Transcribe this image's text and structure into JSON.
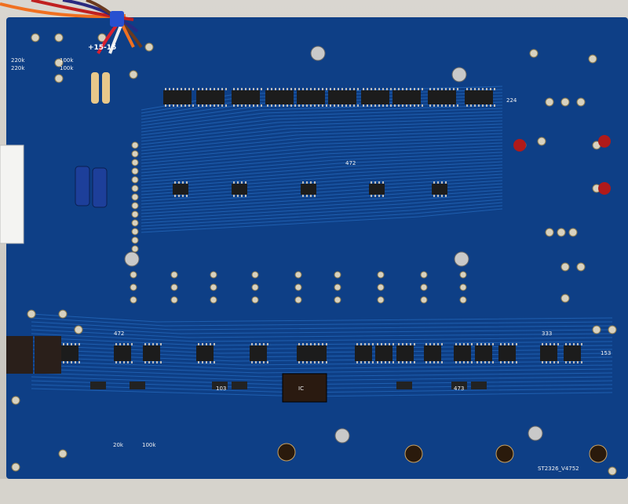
{
  "board": {
    "power_labels": [
      "+15",
      "-15"
    ],
    "resistor_labels": [
      "220k",
      "220k",
      "100k",
      "100k"
    ],
    "trimmer_labels": [
      "20k",
      "100k"
    ],
    "part_number": "ST2326_V4752",
    "chip_labels": [
      "472",
      "103",
      "472",
      "473",
      "333",
      "153",
      "224"
    ],
    "socket_label": "IC"
  },
  "colors": {
    "pcb": "#0e3f86",
    "trace": "#1f5fb0",
    "panel": "#cfccc6",
    "chip": "#1c1c1c",
    "pad": "#d8d2c0"
  }
}
